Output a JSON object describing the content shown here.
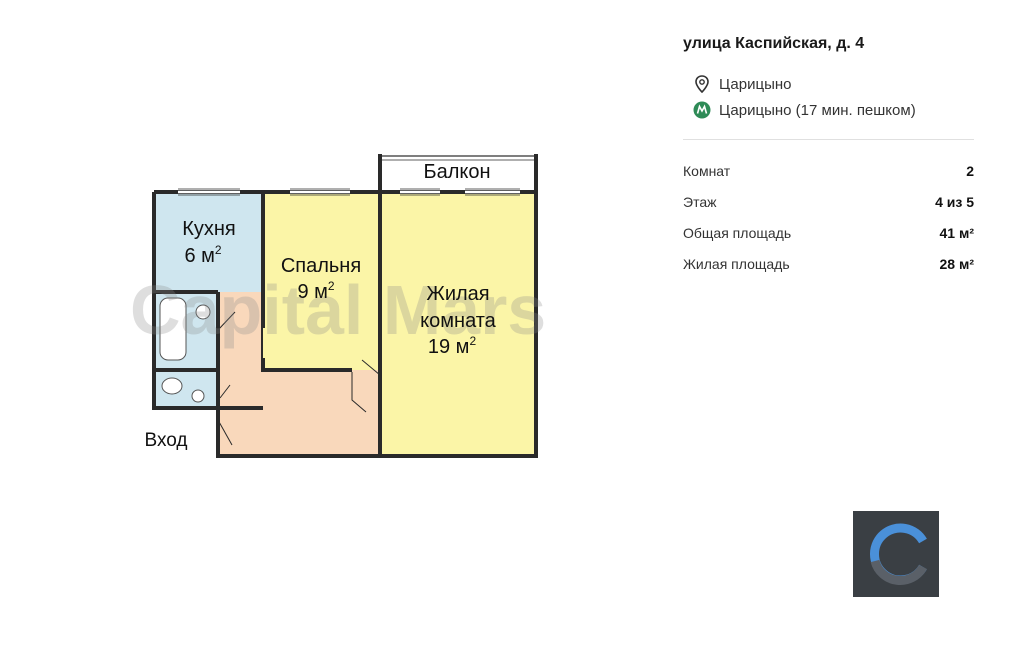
{
  "plan": {
    "watermark": "Capital Mars",
    "rooms": {
      "kitchen": {
        "name": "Кухня",
        "area": "6 м",
        "sup": "2",
        "color": "#cfe6ef"
      },
      "bedroom": {
        "name": "Спальня",
        "area": "9 м",
        "sup": "2",
        "color": "#fbf5a7"
      },
      "living": {
        "name_line1": "Жилая",
        "name_line2": "комната",
        "area": "19 м",
        "sup": "2",
        "color": "#fbf5a7"
      },
      "hall": {
        "color": "#f9d8bb"
      },
      "bath": {
        "color": "#cfe6ef"
      }
    },
    "balcony": "Балкон",
    "entrance": "Вход",
    "wall_color": "#2a2a2a"
  },
  "info": {
    "address": "улица Каспийская, д. 4",
    "district": "Царицыно",
    "metro": "Царицыно (17 мин. пешком)",
    "metro_color": "#2e8b57",
    "stats": [
      {
        "label": "Комнат",
        "value": "2"
      },
      {
        "label": "Этаж",
        "value": "4 из 5"
      },
      {
        "label": "Общая площадь",
        "value": "41 м²"
      },
      {
        "label": "Жилая площадь",
        "value": "28 м²"
      }
    ]
  },
  "logo": {
    "name": "capital-mars-logo",
    "bg": "#3a3f44",
    "accent": "#4a90d9"
  }
}
